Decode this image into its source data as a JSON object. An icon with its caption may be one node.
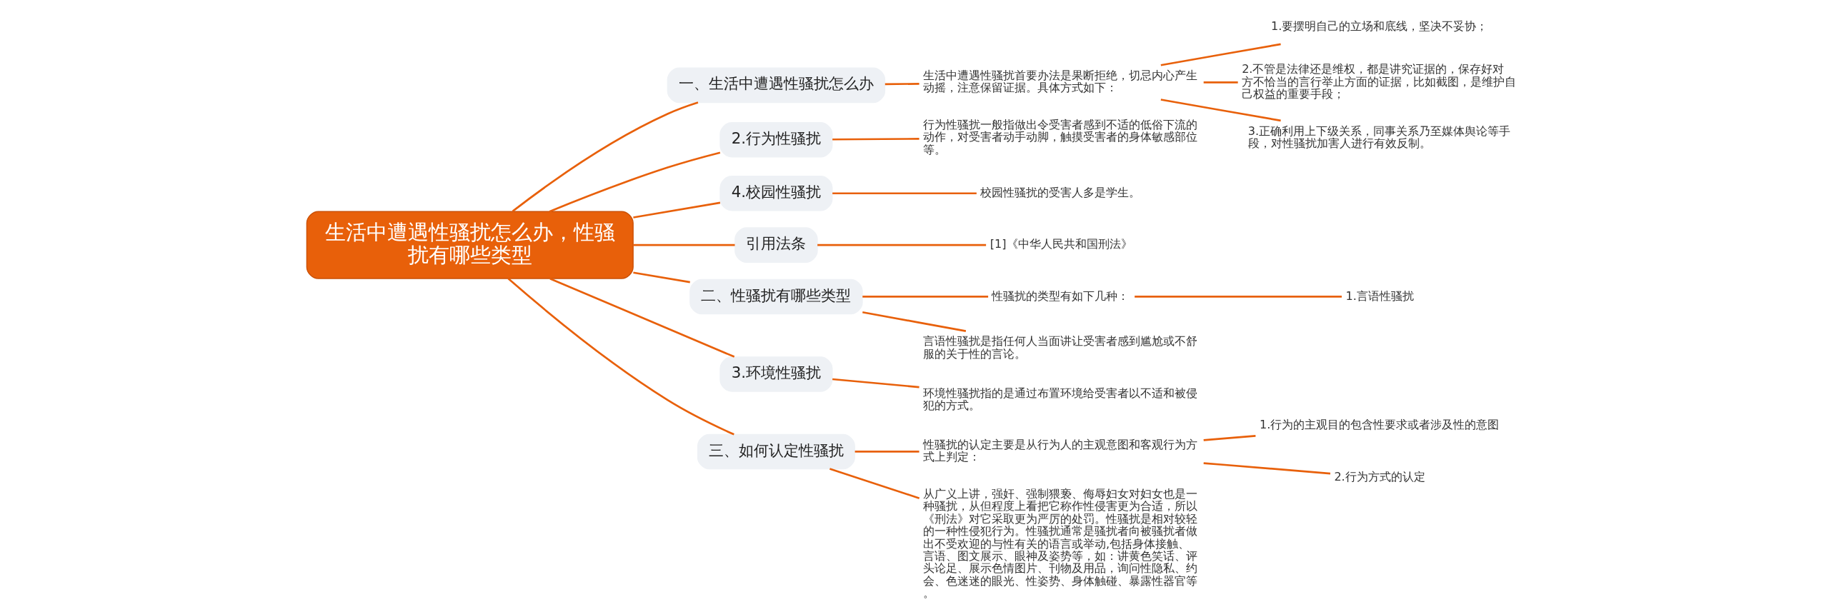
{
  "diagram": {
    "nodes": [
      {
        "text": [
          "生活中遭遇性骚扰怎么办，性骚扰有哪些类型"
        ]
      },
      {
        "text": [
          "一、生活中遭遇性骚扰怎么办"
        ]
      },
      {
        "text": [
          "生活中遭遇性骚扰首要办法是果断拒绝，切忌内心产生动摇，注意保留证据。具体方式如下："
        ]
      },
      {
        "text": [
          "1.要摆明自己的立场和底线，坚决不妥协；"
        ]
      },
      {
        "text": [
          "2.不管是法律还是维权，都是讲究证据的，保存好对方不恰当的言行举止方面的证据，比如截图，是维护自己权益的重要手段；"
        ]
      },
      {
        "text": [
          "3.正确利用上下级关系，同事关系乃至媒体舆论等手段，对性骚扰加害人进行有效反制。"
        ]
      },
      {
        "text": [
          "2.行为性骚扰"
        ]
      },
      {
        "text": [
          "行为性骚扰一般指做出令受害者感到不适的低俗下流的动作，对受害者动手动脚，触摸受害者的身体敏感部位等。"
        ]
      },
      {
        "text": [
          "4.校园性骚扰"
        ]
      },
      {
        "text": [
          "校园性骚扰的受害人多是学生。"
        ]
      },
      {
        "text": [
          "引用法条"
        ]
      },
      {
        "text": [
          "[1]《中华人民共和国刑法》"
        ]
      },
      {
        "text": [
          "二、性骚扰有哪些类型"
        ]
      },
      {
        "text": [
          "性骚扰的类型有如下几种："
        ]
      },
      {
        "text": [
          "1.言语性骚扰"
        ]
      },
      {
        "text": [
          "言语性骚扰是指任何人当面讲让受害者感到尴尬或不舒服的关于性的言论。"
        ]
      },
      {
        "text": [
          "3.环境性骚扰"
        ]
      },
      {
        "text": [
          "环境性骚扰指的是通过布置环境给受害者以不适和被侵犯的方式。"
        ]
      },
      {
        "text": [
          "三、如何认定性骚扰"
        ]
      },
      {
        "text": [
          "性骚扰的认定主要是从行为人的主观意图和客观行为方式上判定："
        ]
      },
      {
        "text": [
          "1.行为的主观目的包含性要求或者涉及性的意图"
        ]
      },
      {
        "text": [
          "2.行为方式的认定"
        ]
      },
      {
        "text": [
          "从广义上讲，强奸、强制猥亵、侮辱妇女对妇女也是一种骚扰，从但程度上看把它称作性侵害更为合适，所以《刑法》对它采取更为严厉的处罚。性骚扰是相对较轻的一种性侵犯行为。性骚扰通常是骚扰者向被骚扰者做出不受欢迎的与性有关的语言或举动,包括身体接触、言语、图文展示、眼神及姿势等，如：讲黄色笑话、评头论足、展示色情图片、刊物及用品，询问性隐私、约会、色迷迷的眼光、性姿势、身体触碰、暴露性器官等。"
        ]
      }
    ],
    "edges": [
      {
        "from": 0,
        "to": 1,
        "arrow": "none"
      },
      {
        "from": 1,
        "to": 2,
        "arrow": "none"
      },
      {
        "from": 2,
        "to": 3,
        "arrow": "none"
      },
      {
        "from": 2,
        "to": 4,
        "arrow": "none"
      },
      {
        "from": 2,
        "to": 5,
        "arrow": "none"
      },
      {
        "from": 0,
        "to": 6,
        "arrow": "none"
      },
      {
        "from": 6,
        "to": 7,
        "arrow": "none"
      },
      {
        "from": 0,
        "to": 8,
        "arrow": "none"
      },
      {
        "from": 8,
        "to": 9,
        "arrow": "none"
      },
      {
        "from": 0,
        "to": 10,
        "arrow": "none"
      },
      {
        "from": 10,
        "to": 11,
        "arrow": "none"
      },
      {
        "from": 0,
        "to": 12,
        "arrow": "none"
      },
      {
        "from": 12,
        "to": 13,
        "arrow": "none"
      },
      {
        "from": 13,
        "to": 14,
        "arrow": "none"
      },
      {
        "from": 12,
        "to": 15,
        "arrow": "none"
      },
      {
        "from": 0,
        "to": 16,
        "arrow": "none"
      },
      {
        "from": 16,
        "to": 17,
        "arrow": "none"
      },
      {
        "from": 0,
        "to": 18,
        "arrow": "none"
      },
      {
        "from": 18,
        "to": 19,
        "arrow": "none"
      },
      {
        "from": 19,
        "to": 20,
        "arrow": "none"
      },
      {
        "from": 19,
        "to": 21,
        "arrow": "none"
      },
      {
        "from": 18,
        "to": 22,
        "arrow": "none"
      }
    ]
  }
}
